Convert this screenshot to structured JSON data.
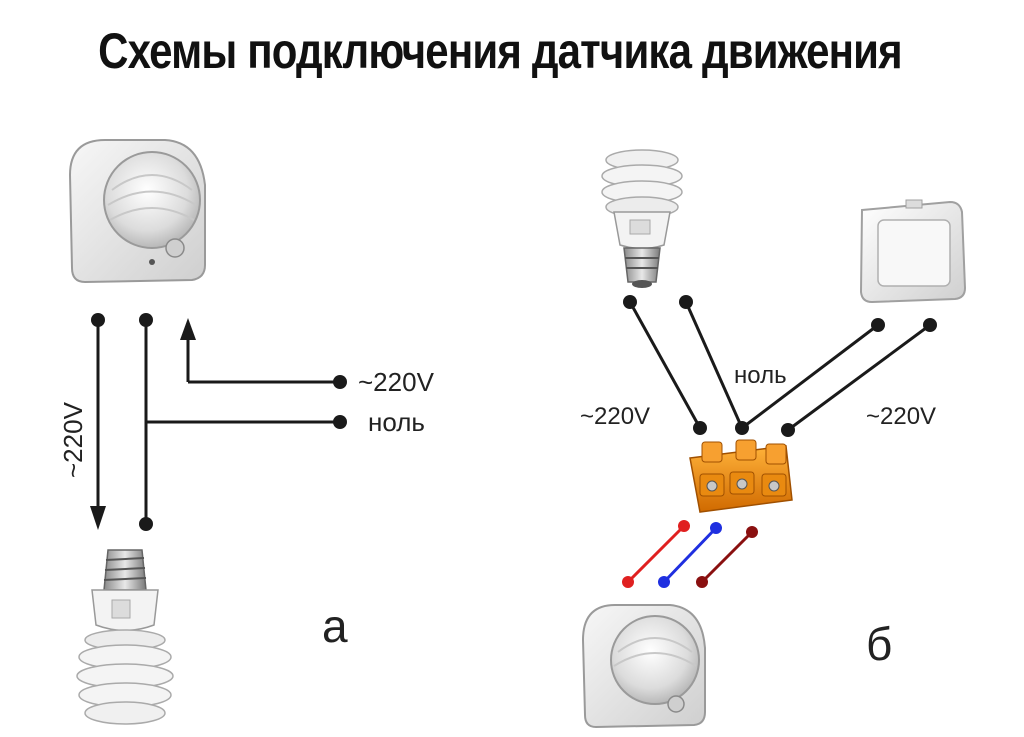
{
  "title": "Схемы подключения датчика движения",
  "diagram_a": {
    "label_220_vertical": "~220V",
    "label_220_input": "~220V",
    "label_zero": "ноль",
    "caption": "а"
  },
  "diagram_b": {
    "label_220_left": "~220V",
    "label_zero": "ноль",
    "label_220_right": "~220V",
    "caption": "б"
  },
  "colors": {
    "wire": "#1a1a1a",
    "red": "#e02020",
    "blue": "#1f2fe0",
    "darkred": "#8a1010",
    "terminal": "#f08c10"
  },
  "icons": [
    "motion-sensor-icon",
    "cfl-bulb-icon",
    "wall-switch-icon",
    "terminal-block-icon"
  ]
}
